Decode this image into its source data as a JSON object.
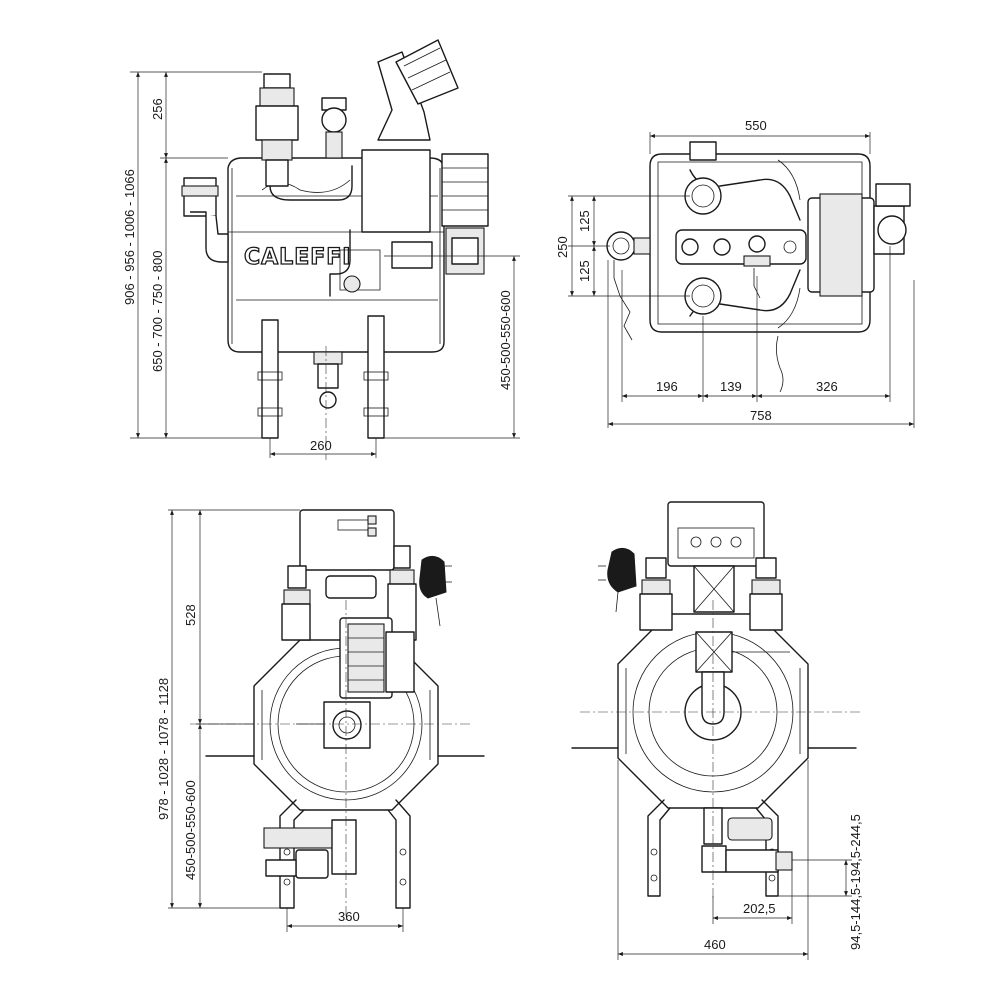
{
  "brand_logo": "CALEFFI",
  "views": {
    "front": {
      "dims": {
        "top_height": "256",
        "total_height": "906 - 956 - 1006 - 1066",
        "tank_height": "650 - 700 - 750 - 800",
        "leg_height": "450-500-550-600",
        "leg_spacing": "260"
      }
    },
    "top": {
      "dims": {
        "depth": "550",
        "port_spacing_total": "250",
        "port_spacing_upper": "125",
        "port_spacing_lower": "125",
        "seg_left": "196",
        "seg_mid": "139",
        "seg_right": "326",
        "total_width": "758"
      }
    },
    "side_left": {
      "dims": {
        "top_height": "528",
        "total_height": "978 - 1028 - 1078 - 1128",
        "leg_height": "450-500-550-600",
        "leg_spacing": "360"
      }
    },
    "side_right": {
      "dims": {
        "outlet_height": "94,5-144,5-194,5-244,5",
        "outlet_offset": "202,5",
        "total_width": "460"
      }
    }
  },
  "colors": {
    "line": "#1a1a1a",
    "background": "#ffffff"
  }
}
